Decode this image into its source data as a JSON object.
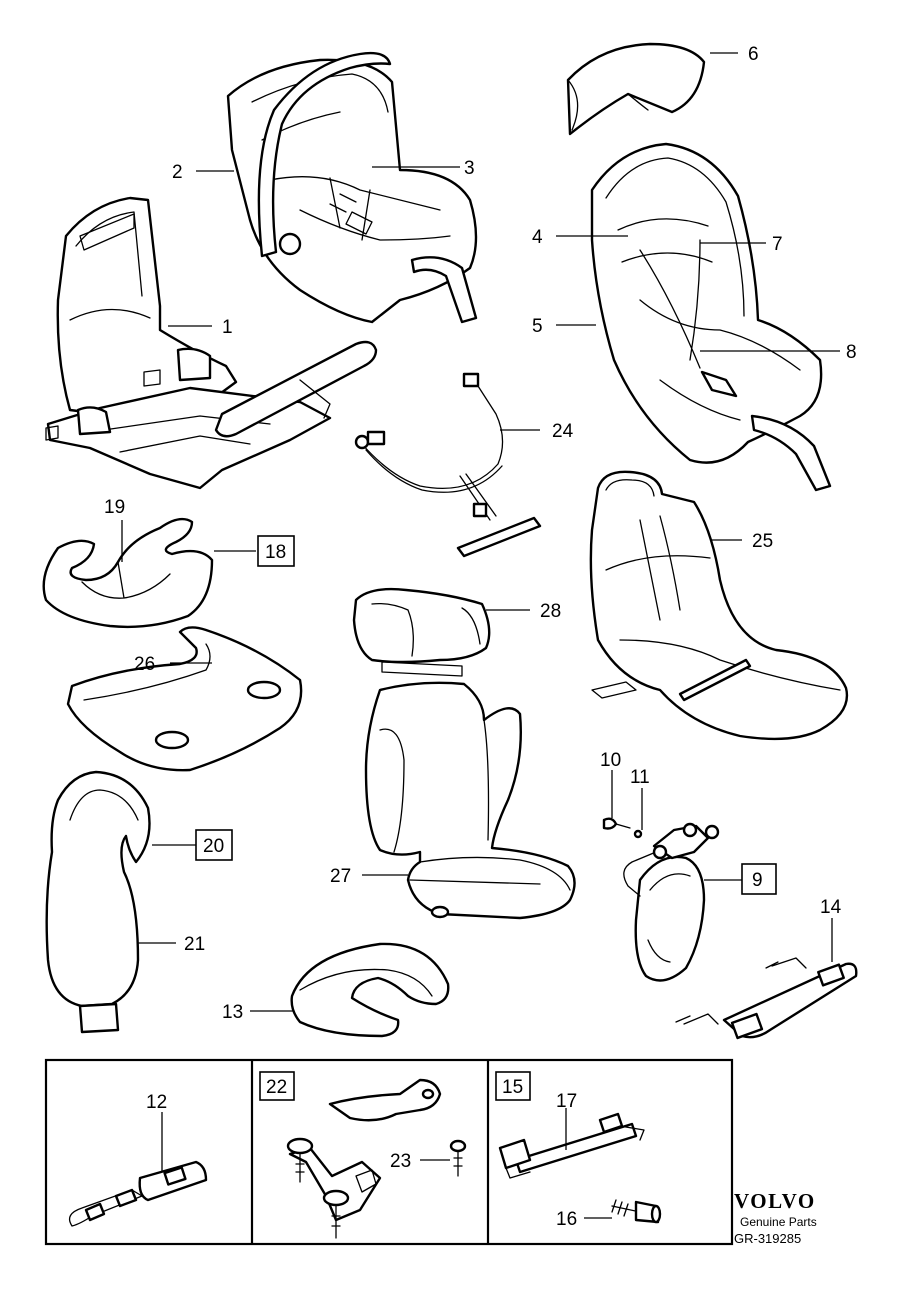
{
  "callouts": {
    "c1": "1",
    "c2": "2",
    "c3": "3",
    "c4": "4",
    "c5": "5",
    "c6": "6",
    "c7": "7",
    "c8": "8",
    "c9": "9",
    "c10": "10",
    "c11": "11",
    "c12": "12",
    "c13": "13",
    "c14": "14",
    "c15": "15",
    "c16": "16",
    "c17": "17",
    "c18": "18",
    "c19": "19",
    "c20": "20",
    "c21": "21",
    "c22": "22",
    "c23": "23",
    "c24": "24",
    "c25": "25",
    "c26": "26",
    "c27": "27",
    "c28": "28"
  },
  "footer": {
    "brand": "VOLVO",
    "subtitle": "Genuine Parts",
    "reference": "GR-319285"
  }
}
